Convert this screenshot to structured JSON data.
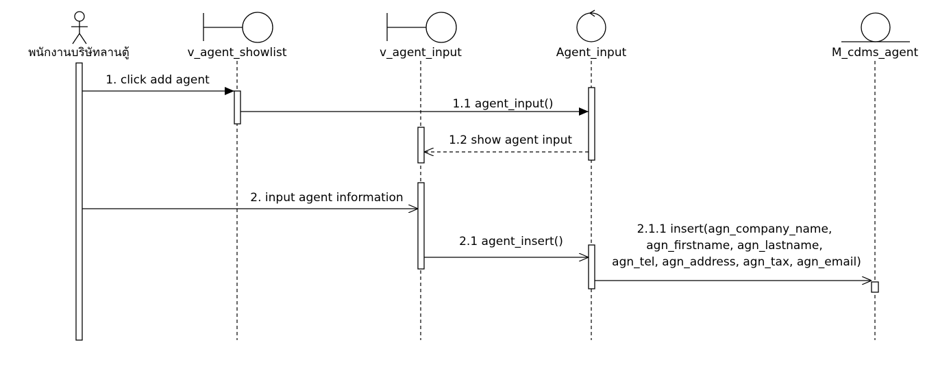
{
  "participants": [
    {
      "id": "actor",
      "kind": "actor",
      "label": "พนักงานบริษัทลานตู้"
    },
    {
      "id": "showlist",
      "kind": "boundary",
      "label": "v_agent_showlist"
    },
    {
      "id": "input_view",
      "kind": "boundary",
      "label": "v_agent_input"
    },
    {
      "id": "controller",
      "kind": "control",
      "label": "Agent_input"
    },
    {
      "id": "entity",
      "kind": "entity",
      "label": "M_cdms_agent"
    }
  ],
  "messages": [
    {
      "id": "m1",
      "label": "1. click add agent",
      "from": "actor",
      "to": "showlist",
      "style": "sync"
    },
    {
      "id": "m11",
      "label": "1.1 agent_input()",
      "from": "showlist",
      "to": "controller",
      "style": "sync"
    },
    {
      "id": "m12",
      "label": "1.2 show agent input",
      "from": "controller",
      "to": "input_view",
      "style": "return"
    },
    {
      "id": "m2",
      "label": "2. input agent information",
      "from": "actor",
      "to": "input_view",
      "style": "async"
    },
    {
      "id": "m21",
      "label": "2.1 agent_insert()",
      "from": "input_view",
      "to": "controller",
      "style": "async"
    },
    {
      "id": "m211",
      "label_lines": [
        "2.1.1 insert(agn_company_name,",
        "agn_firstname, agn_lastname,",
        "agn_tel, agn_address, agn_tax, agn_email)"
      ],
      "from": "controller",
      "to": "entity",
      "style": "async"
    }
  ]
}
